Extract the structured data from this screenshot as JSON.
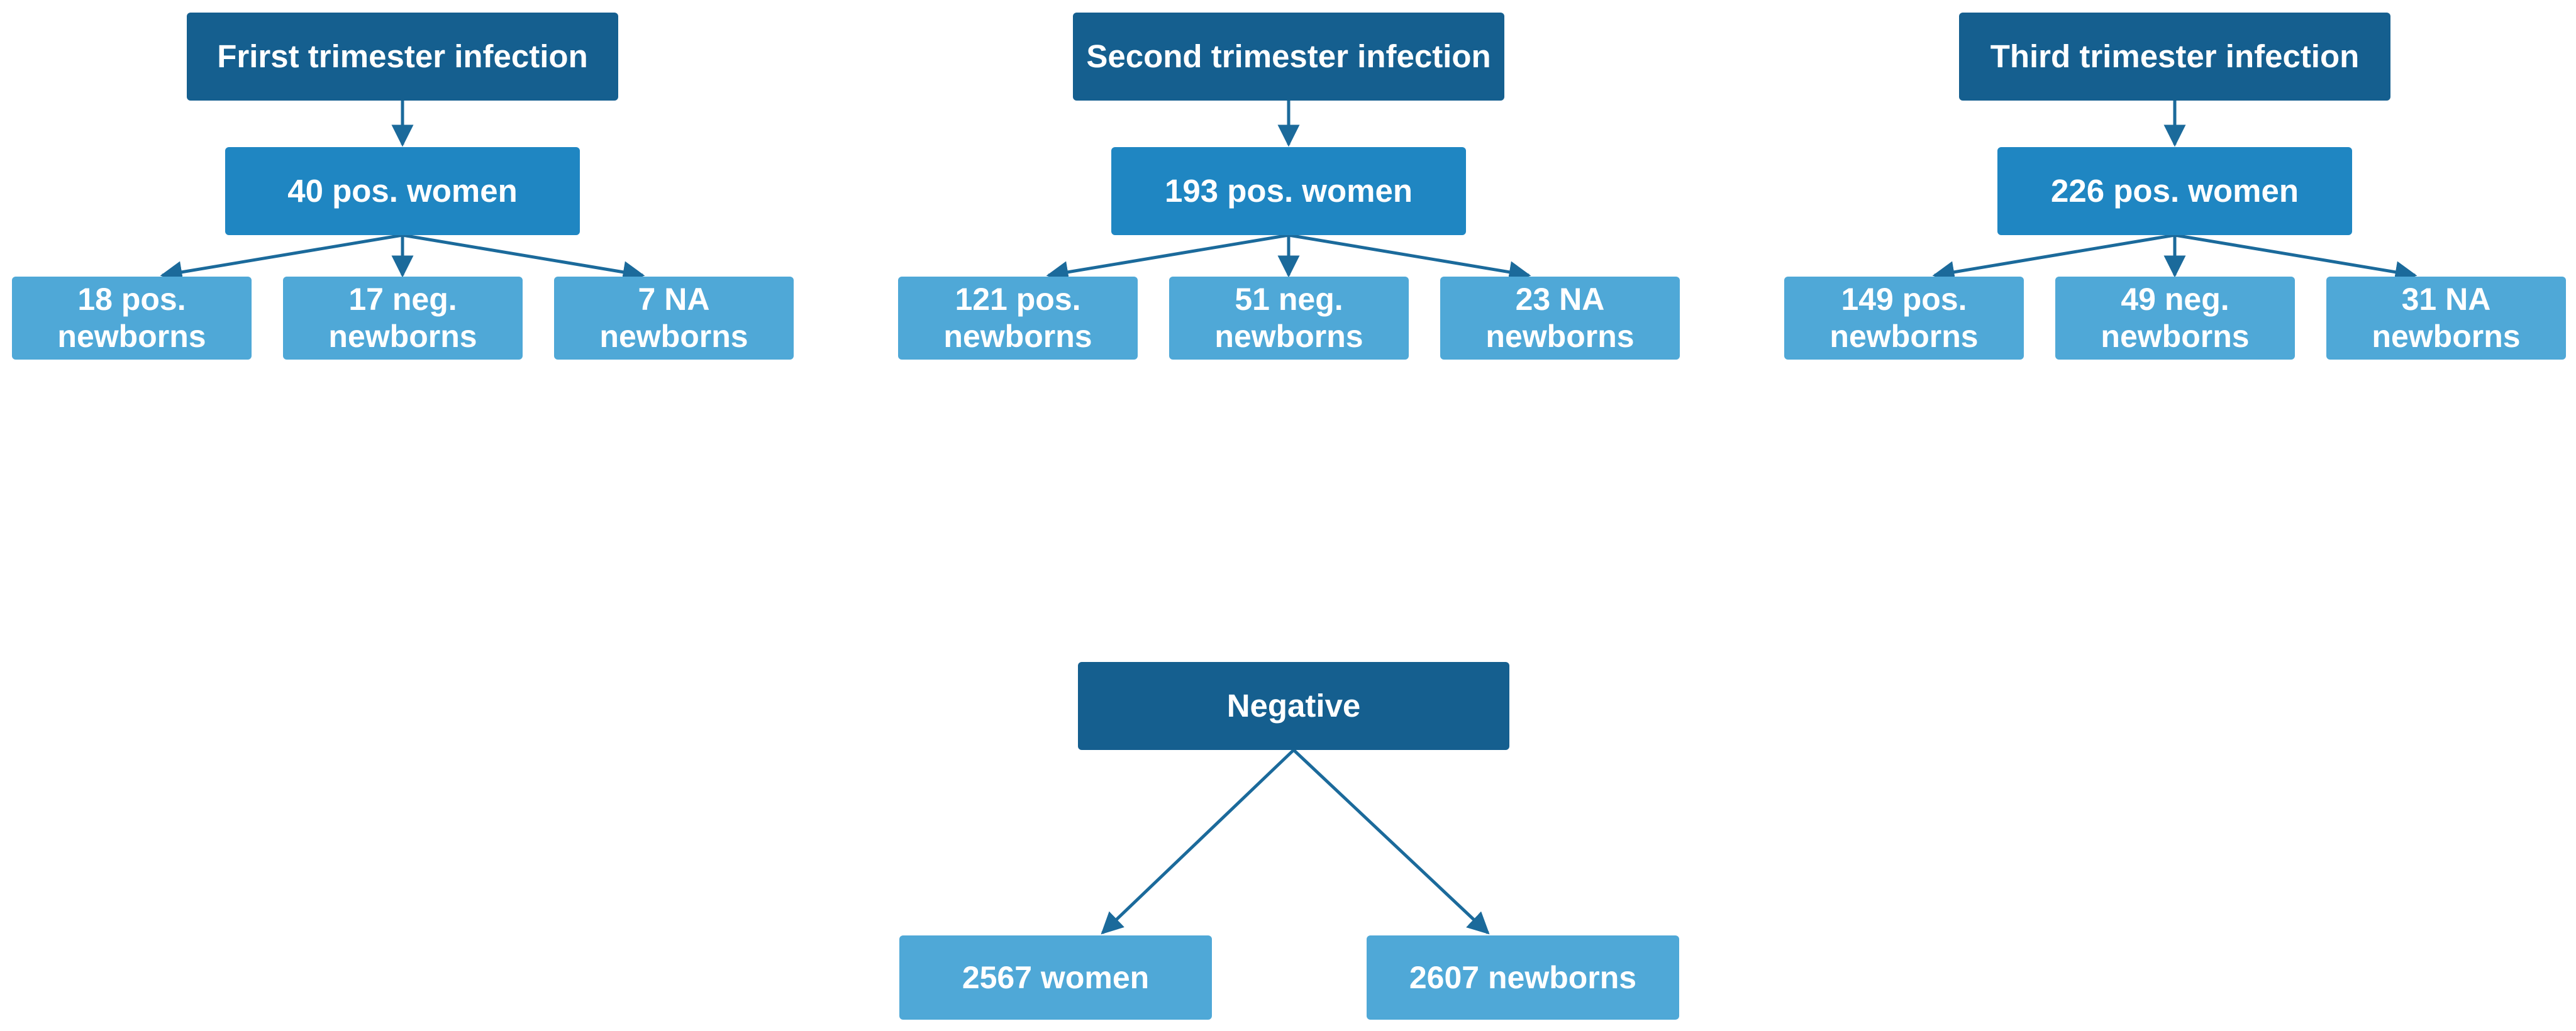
{
  "colors": {
    "header": "#155f8f",
    "women": "#1f86c2",
    "newborn": "#4fa8d7",
    "arrow": "#1b6a9b"
  },
  "groups": [
    {
      "header": "Frirst trimester infection",
      "women": "40 pos. women",
      "newborns": [
        "18  pos.\nnewborns",
        "17  neg.\nnewborns",
        "7 NA\nnewborns"
      ]
    },
    {
      "header": "Second trimester infection",
      "women": "193  pos. women",
      "newborns": [
        "121  pos.\nnewborns",
        "51 neg.\nnewborns",
        "23 NA\nnewborns"
      ]
    },
    {
      "header": "Third trimester infection",
      "women": "226 pos. women",
      "newborns": [
        "149 pos.\nnewborns",
        "49 neg.\nnewborns",
        "31 NA\nnewborns"
      ]
    }
  ],
  "negative": {
    "header": "Negative",
    "women": "2567 women",
    "newborns": "2607 newborns"
  }
}
